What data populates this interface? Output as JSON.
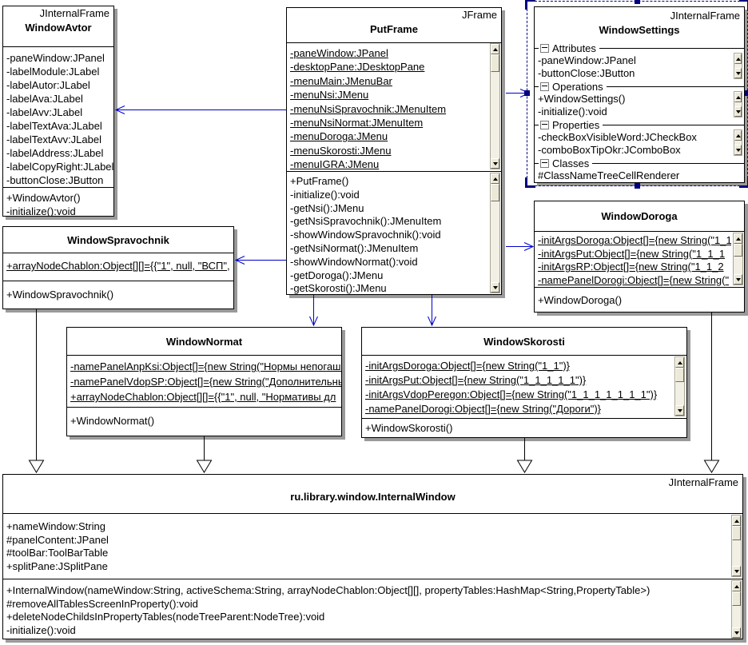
{
  "colors": {
    "dependency_arrow": "#0000cc",
    "selection": "#000080",
    "box_border": "#000000",
    "box_fill": "#ffffff",
    "shadow": "#9a9a9a",
    "scrollbar_track": "#f2f0e4",
    "scrollbar_button": "#ece9d8"
  },
  "icons": {
    "collapse": "minus-box",
    "scroll_up": "triangle-up",
    "scroll_down": "triangle-down",
    "generalization_arrowhead": "hollow-triangle",
    "dependency_arrowhead": "open-v"
  },
  "classes": {
    "windowAvtor": {
      "stereotype": "JInternalFrame",
      "name": "WindowAvtor",
      "fields": [
        "-paneWindow:JPanel",
        "-labelModule:JLabel",
        "-labelAutor:JLabel",
        "-labelAva:JLabel",
        "-labelAvv:JLabel",
        "-labelTextAva:JLabel",
        "-labelTextAvv:JLabel",
        "-labelAddress:JLabel",
        "-labelCopyRight:JLabel",
        "-buttonClose:JButton"
      ],
      "methods": [
        "+WindowAvtor()",
        "-initialize():void"
      ]
    },
    "putFrame": {
      "stereotype": "JFrame",
      "name": "PutFrame",
      "fields": [
        "-paneWindow:JPanel",
        "-desktopPane:JDesktopPane",
        "-menuMain:JMenuBar",
        "-menuNsi:JMenu",
        "-menuNsiSpravochnik:JMenuItem",
        "-menuNsiNormat:JMenuItem",
        "-menuDoroga:JMenu",
        "-menuSkorosti:JMenu",
        "-menuIGRA:JMenu"
      ],
      "methods": [
        "+PutFrame()",
        "-initialize():void",
        "-getNsi():JMenu",
        "-getNsiSpravochnik():JMenuItem",
        "-showWindowSpravochnik():void",
        "-getNsiNormat():JMenuItem",
        "-showWindowNormat():void",
        "-getDoroga():JMenu",
        "-getSkorosti():JMenu"
      ]
    },
    "windowSettings": {
      "stereotype": "JInternalFrame",
      "name": "WindowSettings",
      "groups": [
        {
          "label": "Attributes",
          "items": [
            "-paneWindow:JPanel",
            "-buttonClose:JButton"
          ]
        },
        {
          "label": "Operations",
          "items": [
            "+WindowSettings()",
            "-initialize():void"
          ]
        },
        {
          "label": "Properties",
          "items": [
            "-checkBoxVisibleWord:JCheckBox",
            "-comboBoxTipOkr:JComboBox"
          ]
        },
        {
          "label": "Classes",
          "items": [
            "#ClassNameTreeCellRenderer"
          ]
        }
      ]
    },
    "windowDoroga": {
      "name": "WindowDoroga",
      "fields": [
        "-initArgsDoroga:Object[]={new String(\"1_1",
        "-initArgsPut:Object[]={new String(\"1_1_1",
        "-initArgsRP:Object[]={new String(\"1_1_2",
        "-namePanelDorogi:Object[]={new String(\""
      ],
      "methods": [
        "+WindowDoroga()"
      ]
    },
    "windowSpravochnik": {
      "name": "WindowSpravochnik",
      "fields": [
        "+arrayNodeChablon:Object[][]={{\"1\", null, \"ВСП\","
      ],
      "methods": [
        "+WindowSpravochnik()"
      ]
    },
    "windowNormat": {
      "name": "WindowNormat",
      "fields": [
        "-namePanelAnpKsi:Object[]={new String(\"Нормы непогаше",
        "-namePanelVdopSP:Object[]={new String(\"Дополнительны",
        "+arrayNodeChablon:Object[][]={{\"1\", null, \"Нормативы дл"
      ],
      "methods": [
        "+WindowNormat()"
      ]
    },
    "windowSkorosti": {
      "name": "WindowSkorosti",
      "fields": [
        "-initArgsDoroga:Object[]={new String(\"1_1\")}",
        "-initArgsPut:Object[]={new String(\"1_1_1_1_1\")}",
        "-initArgsVdopPeregon:Object[]={new String(\"1_1_1_1_1_1_1\")}",
        "-namePanelDorogi:Object[]={new String(\"Дороги\")}"
      ],
      "methods": [
        "+WindowSkorosti()"
      ]
    },
    "internalWindow": {
      "stereotype": "JInternalFrame",
      "name": "ru.library.window.InternalWindow",
      "fields": [
        "+nameWindow:String",
        "#panelContent:JPanel",
        "#toolBar:ToolBarTable",
        "+splitPane:JSplitPane"
      ],
      "methods": [
        "+InternalWindow(nameWindow:String, activeSchema:String, arrayNodeChablon:Object[][], propertyTables:HashMap<String,PropertyTable>)",
        "#removeAllTablesScreenInProperty():void",
        "+deleteNodeChildsInPropertyTables(nodeTreeParent:NodeTree):void",
        "-initialize():void"
      ]
    }
  }
}
